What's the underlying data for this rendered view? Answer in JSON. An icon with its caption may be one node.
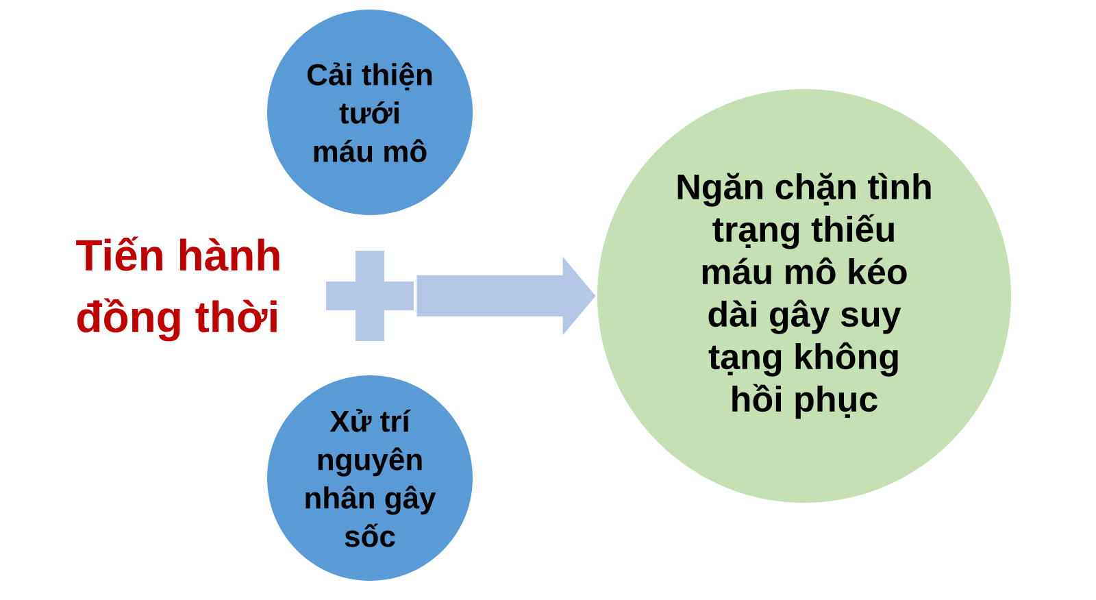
{
  "diagram": {
    "nodes": [
      {
        "text": [
          "Cải thiện tưới máu mô"
        ]
      },
      {
        "text": [],
        "shape": "plus"
      },
      {
        "text": [
          "Xử trí nguyên nhân gây sốc"
        ]
      },
      {
        "text": [
          "Ngăn chặn tình trạng thiếu máu mô kéo dài gây suy tạng không hồi phục"
        ]
      }
    ],
    "edges": [
      {
        "from": 1,
        "to": 3,
        "arrow": "to"
      }
    ],
    "labels": [
      "Tiến hành đồng thời"
    ]
  }
}
